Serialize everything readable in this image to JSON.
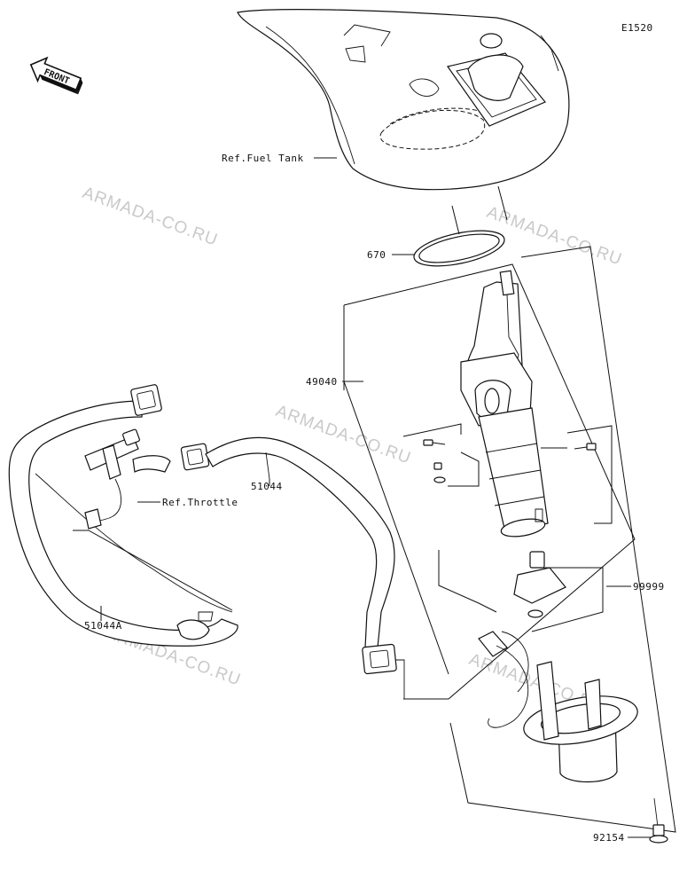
{
  "diagram": {
    "code": "E1520",
    "front_label": "FRONT",
    "watermark": "ARMADA-CO.RU",
    "labels": {
      "fuel_tank": "Ref.Fuel Tank",
      "ring": "670",
      "pump": "49040",
      "hose_1": "51044",
      "throttle": "Ref.Throttle",
      "hose_2": "51044A",
      "kit": "99999",
      "bolt": "92154"
    }
  }
}
